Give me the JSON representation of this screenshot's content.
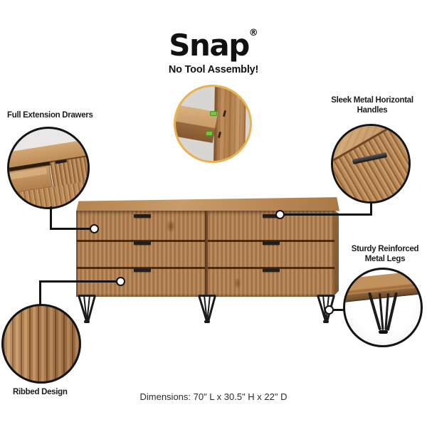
{
  "header": {
    "brand": "Snap",
    "registered_mark": "®",
    "tagline": "No Tool Assembly!"
  },
  "callouts": {
    "drawers": {
      "label": "Full Extension Drawers"
    },
    "handles": {
      "line1": "Sleek Metal Horizontal",
      "line2": "Handles"
    },
    "legs": {
      "line1": "Sturdy Reinforced",
      "line2": "Metal Legs"
    },
    "ribbed": {
      "label": "Ribbed Design"
    }
  },
  "footer": {
    "dimensions": "Dimensions: 70\" L x 30.5\" H x 22\" D"
  },
  "product": {
    "type": "6-drawer dresser",
    "drawer_columns": 2,
    "drawer_rows": 3,
    "handle_count": 6,
    "leg_style": "hairpin"
  },
  "colors": {
    "accent_gold": "#EAB14F",
    "snap_pin_green": "#79C43F",
    "wood_mid": "#B08050",
    "wood_light": "#C79A68",
    "wood_dark": "#8A5C33",
    "line_black": "#141414",
    "text_black": "#1B1B1B"
  }
}
